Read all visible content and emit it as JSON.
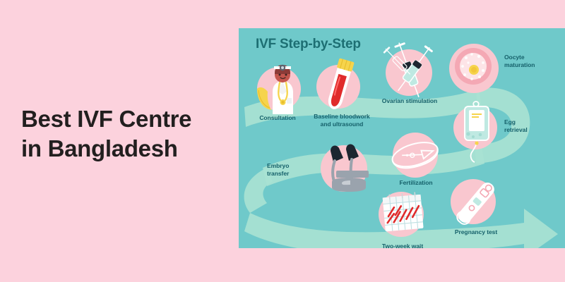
{
  "banner": {
    "background_color": "#fcd2dd",
    "headline": {
      "line1": "Best IVF Centre",
      "line2": "in Bangladesh",
      "color": "#221f1f"
    }
  },
  "infographic": {
    "title": "IVF Step-by-Step",
    "panel_color": "#6fc9ca",
    "title_color": "#1d6f73",
    "ribbon_color": "#a8e2d2",
    "bubble_color": "#f9c7cf",
    "label_color": "#16616b",
    "steps": [
      {
        "id": "consultation",
        "label": "Consultation",
        "icon": "doctor-stethoscope-icon"
      },
      {
        "id": "bloodwork",
        "label": "Baseline bloodwork\nand ultrasound",
        "icon": "blood-vial-icon"
      },
      {
        "id": "ovarian-stim",
        "label": "Ovarian stimulation",
        "icon": "syringes-icon"
      },
      {
        "id": "oocyte",
        "label": "Oocyte\nmaturation",
        "icon": "oocyte-icon"
      },
      {
        "id": "egg-retrieval",
        "label": "Egg\nretrieval",
        "icon": "iv-bag-icon"
      },
      {
        "id": "fertilization",
        "label": "Fertilization",
        "icon": "petri-dish-icon"
      },
      {
        "id": "embryo-transfer",
        "label": "Embryo\ntransfer",
        "icon": "microscope-icon"
      },
      {
        "id": "two-week-wait",
        "label": "Two-week wait",
        "icon": "calendar-icon"
      },
      {
        "id": "pregnancy-test",
        "label": "Pregnancy test",
        "icon": "pregnancy-test-icon"
      }
    ]
  }
}
